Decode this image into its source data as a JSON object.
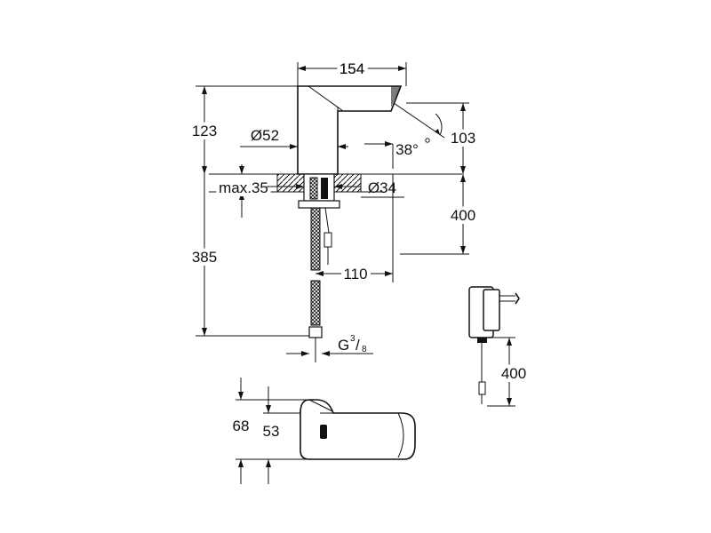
{
  "dimensions": {
    "width_top": "154",
    "height_spout": "123",
    "diameter_body": "Ø52",
    "angle": "38°",
    "height_outlet": "103",
    "max_deck": "max.35",
    "hole_diameter": "Ø34",
    "hose_length": "400",
    "total_height": "385",
    "offset": "110",
    "thread": "G",
    "thread_numerator": "3",
    "thread_denominator": "8",
    "adapter_cable": "400",
    "plan_depth": "68",
    "plan_inner": "53"
  },
  "icons": {
    "adapter": "power-adapter-icon",
    "faucet": "faucet-side-view",
    "plan": "faucet-top-view"
  }
}
